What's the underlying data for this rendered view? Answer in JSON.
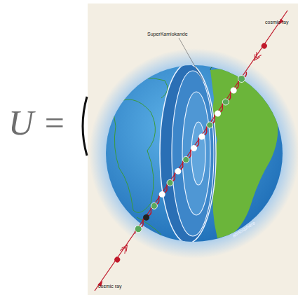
{
  "diagram": {
    "labels": [
      "U =",
      "cosmic ray",
      "SuperKamiokande",
      "atmosphere",
      "cosmic ray"
    ]
  }
}
